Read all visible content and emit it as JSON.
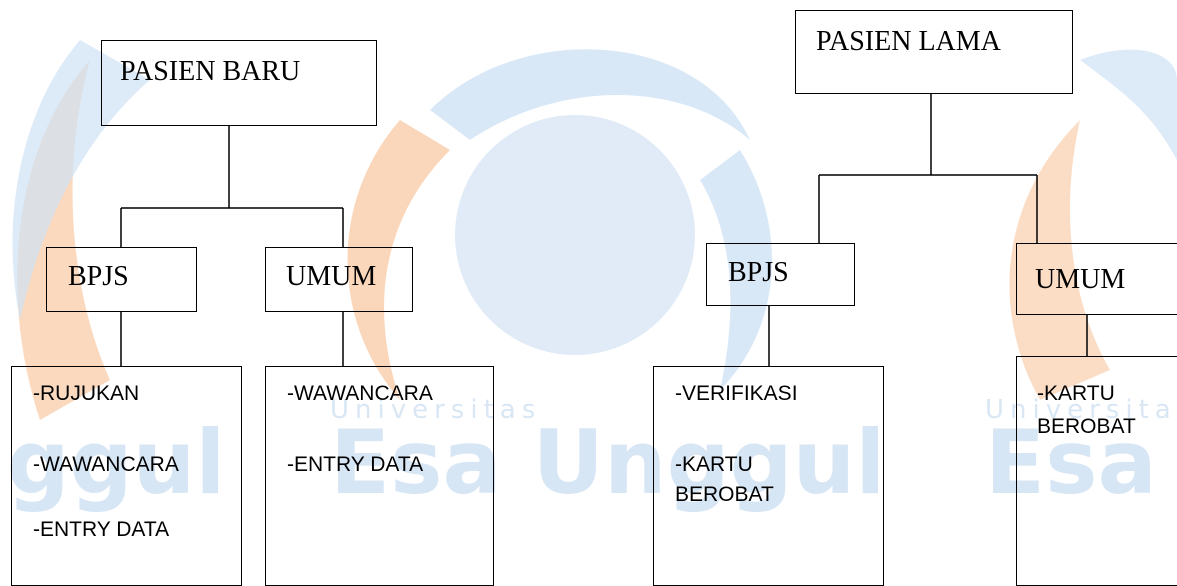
{
  "watermark": {
    "small_text": "Universitas",
    "big_text": "Esa Unggul",
    "colors": {
      "orange": "#f9c9a3",
      "blue": "#c9def3",
      "text": "#d6e6f6"
    }
  },
  "tree_new": {
    "root": "PASIEN BARU",
    "bpjs": {
      "label": "BPJS",
      "items": [
        "-RUJUKAN",
        "-WAWANCARA",
        "-ENTRY DATA"
      ]
    },
    "umum": {
      "label": "UMUM",
      "items": [
        "-WAWANCARA",
        "-ENTRY DATA"
      ]
    }
  },
  "tree_old": {
    "root": "PASIEN LAMA",
    "bpjs": {
      "label": "BPJS",
      "items": [
        "-VERIFIKASI",
        "-KARTU",
        "BEROBAT"
      ]
    },
    "umum": {
      "label": "UMUM",
      "items": [
        "-KARTU",
        "BEROBAT"
      ]
    }
  }
}
